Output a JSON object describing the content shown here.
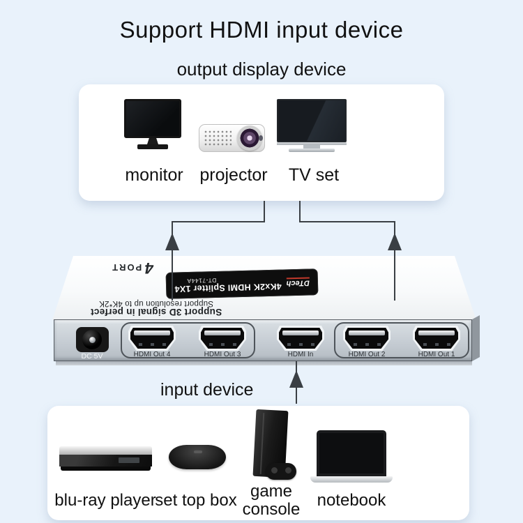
{
  "header": {
    "title": "Support HDMI input device",
    "subtitle": "output display device"
  },
  "output_box": {
    "items": [
      {
        "label": "monitor"
      },
      {
        "label": "projector"
      },
      {
        "label": "TV set"
      }
    ]
  },
  "device": {
    "badge_number": "4",
    "badge_word": "PORT",
    "plate": {
      "brand": "DTech",
      "model": "4Kx2K HDMI Splitter 1X4",
      "code": "DT-7144A"
    },
    "features": {
      "line1": "Support 3D signal in perfect",
      "line2": "Support resolution up to 4K*2K"
    },
    "power_label": "DC 5V",
    "ports": [
      "HDMI Out 4",
      "HDMI Out 3",
      "HDMI In",
      "HDMI Out 2",
      "HDMI Out 1"
    ]
  },
  "input_section": {
    "heading": "input device"
  },
  "input_box": {
    "items": [
      {
        "label": "blu-ray player"
      },
      {
        "label": "set top box"
      },
      {
        "label": "game console"
      },
      {
        "label": "notebook"
      }
    ]
  },
  "colors": {
    "background": "#e9f2fb",
    "card": "#ffffff",
    "arrow": "#3a3f44",
    "panel": "#c4cbd2",
    "plate": "#0e0e0e"
  }
}
